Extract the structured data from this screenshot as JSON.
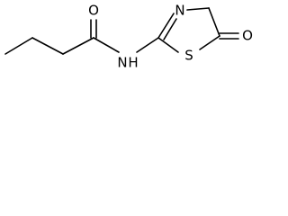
{
  "molecule": {
    "atoms": {
      "amide_oxygen": "O",
      "amide_nitrogen": "N",
      "amide_hydrogen": "H",
      "ring_nitrogen": "N",
      "ring_sulfur": "S",
      "ketone_oxygen": "O"
    }
  }
}
